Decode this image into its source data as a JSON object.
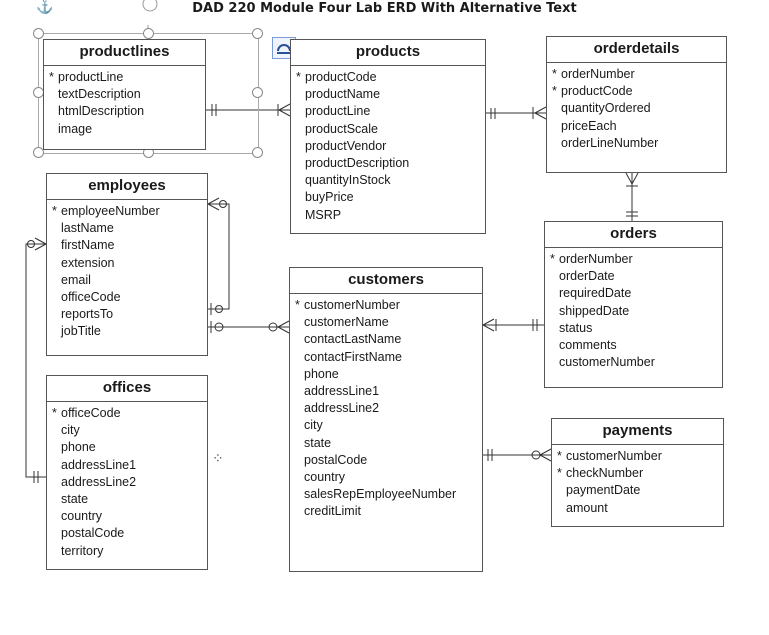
{
  "title": "DAD 220 Module Four Lab ERD With Alternative Text",
  "icons": {
    "anchor": "anchor-icon",
    "rotate": "rotate-handle-icon",
    "alt_text": "alt-text-icon",
    "cursor": "move-cursor-icon"
  },
  "entities": [
    {
      "id": "productlines",
      "name": "productlines",
      "attributes": [
        {
          "name": "productLine",
          "pk": true
        },
        {
          "name": "textDescription"
        },
        {
          "name": "htmlDescription"
        },
        {
          "name": "image"
        }
      ]
    },
    {
      "id": "products",
      "name": "products",
      "attributes": [
        {
          "name": "productCode",
          "pk": true
        },
        {
          "name": "productName"
        },
        {
          "name": "productLine"
        },
        {
          "name": "productScale"
        },
        {
          "name": "productVendor"
        },
        {
          "name": "productDescription"
        },
        {
          "name": "quantityInStock"
        },
        {
          "name": "buyPrice"
        },
        {
          "name": "MSRP"
        }
      ]
    },
    {
      "id": "orderdetails",
      "name": "orderdetails",
      "attributes": [
        {
          "name": "orderNumber",
          "pk": true
        },
        {
          "name": "productCode",
          "pk": true
        },
        {
          "name": "quantityOrdered"
        },
        {
          "name": "priceEach"
        },
        {
          "name": "orderLineNumber"
        }
      ]
    },
    {
      "id": "employees",
      "name": "employees",
      "attributes": [
        {
          "name": "employeeNumber",
          "pk": true
        },
        {
          "name": "lastName"
        },
        {
          "name": "firstName"
        },
        {
          "name": "extension"
        },
        {
          "name": "email"
        },
        {
          "name": "officeCode"
        },
        {
          "name": "reportsTo"
        },
        {
          "name": "jobTitle"
        }
      ]
    },
    {
      "id": "orders",
      "name": "orders",
      "attributes": [
        {
          "name": "orderNumber",
          "pk": true
        },
        {
          "name": "orderDate"
        },
        {
          "name": "requiredDate"
        },
        {
          "name": "shippedDate"
        },
        {
          "name": "status"
        },
        {
          "name": "comments"
        },
        {
          "name": "customerNumber"
        }
      ]
    },
    {
      "id": "customers",
      "name": "customers",
      "attributes": [
        {
          "name": "customerNumber",
          "pk": true
        },
        {
          "name": "customerName"
        },
        {
          "name": "contactLastName"
        },
        {
          "name": "contactFirstName"
        },
        {
          "name": "phone"
        },
        {
          "name": "addressLine1"
        },
        {
          "name": "addressLine2"
        },
        {
          "name": "city"
        },
        {
          "name": "state"
        },
        {
          "name": "postalCode"
        },
        {
          "name": "country"
        },
        {
          "name": "salesRepEmployeeNumber"
        },
        {
          "name": "creditLimit"
        }
      ]
    },
    {
      "id": "offices",
      "name": "offices",
      "attributes": [
        {
          "name": "officeCode",
          "pk": true
        },
        {
          "name": "city"
        },
        {
          "name": "phone"
        },
        {
          "name": "addressLine1"
        },
        {
          "name": "addressLine2"
        },
        {
          "name": "state"
        },
        {
          "name": "country"
        },
        {
          "name": "postalCode"
        },
        {
          "name": "territory"
        }
      ]
    },
    {
      "id": "payments",
      "name": "payments",
      "attributes": [
        {
          "name": "customerNumber",
          "pk": true
        },
        {
          "name": "checkNumber",
          "pk": true
        },
        {
          "name": "paymentDate"
        },
        {
          "name": "amount"
        }
      ]
    }
  ],
  "relationships": [
    {
      "from": "productlines",
      "to": "products",
      "from_card": "one",
      "to_card": "many"
    },
    {
      "from": "products",
      "to": "orderdetails",
      "from_card": "one",
      "to_card": "many"
    },
    {
      "from": "orders",
      "to": "orderdetails",
      "from_card": "one",
      "to_card": "many"
    },
    {
      "from": "orders",
      "to": "customers",
      "from_card": "one",
      "to_card": "many"
    },
    {
      "from": "employees",
      "to": "customers",
      "from_card": "zero-or-one",
      "to_card": "zero-or-many"
    },
    {
      "from": "employees",
      "to": "employees",
      "from_card": "zero-or-one",
      "to_card": "zero-or-many"
    },
    {
      "from": "offices",
      "to": "employees",
      "from_card": "one",
      "to_card": "zero-or-many"
    },
    {
      "from": "customers",
      "to": "payments",
      "from_card": "one",
      "to_card": "zero-or-many"
    }
  ]
}
